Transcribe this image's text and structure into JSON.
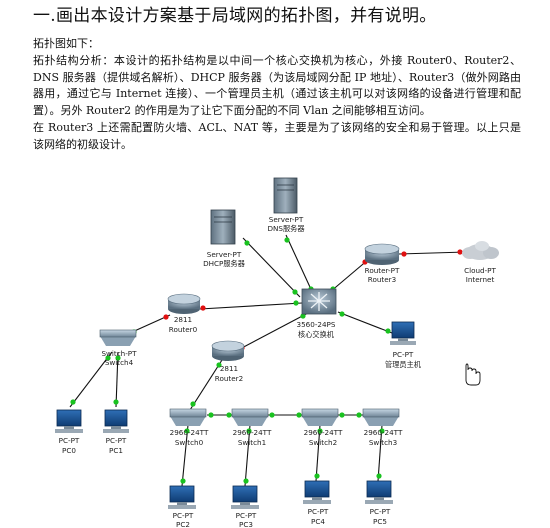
{
  "heading": "一.画出本设计方案基于局域网的拓扑图，并有说明。",
  "intro": "拓扑图如下：",
  "paragraphs": [
    "拓扑结构分析：本设计的拓扑结构是以中间一个核心交换机为核心，外接 Router0、Router2、DNS 服务器（提供域名解析）、DHCP 服务器（为该局域网分配 IP 地址）、Router3（做外网路由器用，通过它与 Internet 连接）、一个管理员主机（通过该主机可以对该网络的设备进行管理和配置）。另外 Router2 的作用是为了让它下面分配的不同 Vlan 之间能够相互访问。",
    "在 Router3 上还需配置防火墙、ACL、NAT 等，主要是为了该网络的安全和易于管理。以上只是该网络的初级设计。"
  ],
  "devices": {
    "dns": [
      "Server-PT",
      "DNS服务器"
    ],
    "dhcp": [
      "Server-PT",
      "DHCP服务器"
    ],
    "router3": [
      "Router-PT",
      "Router3"
    ],
    "cloud": [
      "Cloud-PT",
      "Internet"
    ],
    "router0": [
      "2811",
      "Router0"
    ],
    "core": [
      "3560-24PS",
      "核心交换机"
    ],
    "admin": [
      "PC-PT",
      "管理员主机"
    ],
    "switch4": [
      "Switch-PT",
      "Switch4"
    ],
    "router2": [
      "2811",
      "Router2"
    ],
    "pc0": [
      "PC-PT",
      "PC0"
    ],
    "pc1": [
      "PC-PT",
      "PC1"
    ],
    "switch0": [
      "2960-24TT",
      "Switch0"
    ],
    "switch1": [
      "2960-24TT",
      "Switch1"
    ],
    "switch2": [
      "2960-24TT",
      "Switch2"
    ],
    "switch3": [
      "2960-24TT",
      "Switch3"
    ],
    "pc2": [
      "PC-PT",
      "PC2"
    ],
    "pc3": [
      "PC-PT",
      "PC3"
    ],
    "pc4": [
      "PC-PT",
      "PC4"
    ],
    "pc5": [
      "PC-PT",
      "PC5"
    ]
  },
  "icons": {
    "cursor": "hand-cursor-icon"
  },
  "colors": {
    "link_up": "#19c21f",
    "link_down": "#e01010",
    "cable": "#111111"
  }
}
